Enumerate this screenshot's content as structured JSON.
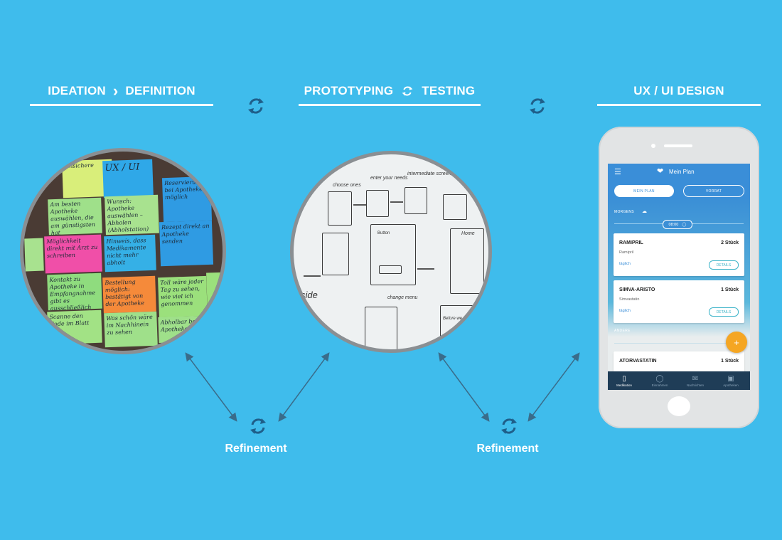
{
  "headings": {
    "left": {
      "part1": "IDEATION",
      "sep": "›",
      "part2": "DEFINITION"
    },
    "center": {
      "part1": "PROTOTYPING",
      "part2": "TESTING"
    },
    "right": {
      "title": "UX / UI DESIGN"
    }
  },
  "refinement": {
    "left": "Refinement",
    "right": "Refinement"
  },
  "icons": {
    "cycle": "refresh-cycle-icon",
    "arrow": "double-headed-arrow-icon"
  },
  "colors": {
    "background": "#3fbcec",
    "app_header": "#3a8ed8",
    "accent_orange": "#f5a623",
    "tabbar": "#1f3d57"
  },
  "notes": [
    {
      "text": "Unsichere",
      "color": "#d9ee7a"
    },
    {
      "text": "UX / UI",
      "color": "#2fa8e8"
    },
    {
      "text": "Am besten Apotheke auswählen, die am günstigsten hat",
      "color": "#9fe08a"
    },
    {
      "text": "Wunsch: Apotheke auswählen – Abholen (Abholstation)",
      "color": "#a8e28f"
    },
    {
      "text": "Reservierung bei Apotheke möglich",
      "color": "#2f9be3"
    },
    {
      "text": "Möglichkeit direkt mit Arzt zu schreiben",
      "color": "#f04fa8"
    },
    {
      "text": "Hinweis, dass Medikamente nicht mehr abholt",
      "color": "#35b0e6"
    },
    {
      "text": "Rezept direkt an Apotheke senden",
      "color": "#2f9be3"
    },
    {
      "text": "Kontakt zu Apotheke in Empfangnahme gibt es ausschließlich",
      "color": "#8fdc7e"
    },
    {
      "text": "Bestellung möglich: bestätigt von der Apotheke",
      "color": "#f58a3a"
    },
    {
      "text": "Toll wäre jeder Tag zu sehen, wie viel ich genommen",
      "color": "#9be07c"
    },
    {
      "text": "Scanne den Code im Blatt",
      "color": "#a2e285"
    },
    {
      "text": "Was schön wäre im Nachhinein zu sehen",
      "color": "#9fe08a"
    },
    {
      "text": "Abholbar bei Apotheke",
      "color": "#9fe08a"
    }
  ],
  "sketch_labels": [
    "choose ones",
    "enter your needs",
    "intermediate screens",
    "Button",
    "Home",
    "side",
    "change menu",
    "Before we order"
  ],
  "app": {
    "title": "Mein Plan",
    "menu_icon": "hamburger-icon",
    "logo_icon": "heart-pill-icon",
    "tabs": [
      "MEIN PLAN",
      "VORRAT"
    ],
    "section_morning": "MORGENS",
    "section_morning_icon": "sunrise-icon",
    "time": "08:00",
    "bell_icon": "bell-icon",
    "meds": [
      {
        "name": "RAMIPRIL",
        "qty": "2 Stück",
        "generic": "Ramipril",
        "freq": "täglich",
        "button": "DETAILS"
      },
      {
        "name": "SIMVA-ARISTO",
        "qty": "1 Stück",
        "generic": "Simvastatin",
        "freq": "täglich",
        "button": "DETAILS"
      }
    ],
    "section_other": "ANDERE",
    "med3": {
      "name": "ATORVASTATIN",
      "qty": "1 Stück"
    },
    "fab": "+",
    "tabbar": [
      {
        "label": "Medikation",
        "icon": "pill-icon"
      },
      {
        "label": "Einnahmen",
        "icon": "bell-icon"
      },
      {
        "label": "Nachrichten",
        "icon": "mail-icon"
      },
      {
        "label": "Apotheken",
        "icon": "pharmacy-icon"
      }
    ]
  }
}
